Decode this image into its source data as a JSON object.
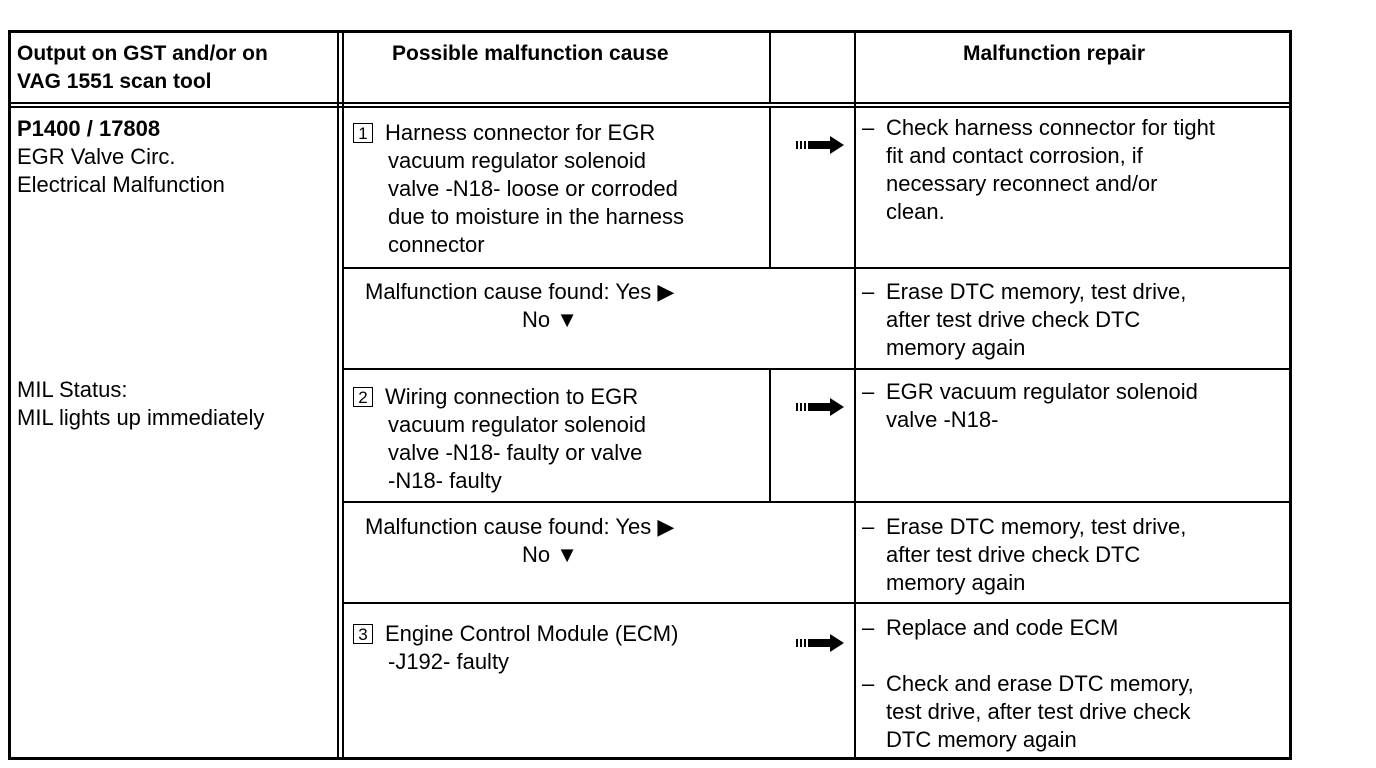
{
  "headers": {
    "col1_line1": "Output on GST and/or on",
    "col1_line2": "VAG 1551 scan tool",
    "col2": "Possible malfunction cause",
    "col4": "Malfunction repair"
  },
  "dtc": {
    "code": "P1400 / 17808",
    "desc_line1": "EGR Valve Circ.",
    "desc_line2": "Electrical Malfunction",
    "mil_label": "MIL Status:",
    "mil_value": "MIL lights up immediately"
  },
  "steps": [
    {
      "number": "1",
      "cause_lines": [
        "Harness connector for EGR",
        "vacuum regulator solenoid",
        "valve -N18- loose or corroded",
        "due to moisture in the harness",
        "connector"
      ],
      "repair_lines": [
        "Check harness connector for tight",
        "fit and contact corrosion, if",
        "necessary reconnect and/or",
        "clean."
      ]
    },
    {
      "number": "2",
      "cause_lines": [
        "Wiring connection to EGR",
        "vacuum regulator solenoid",
        "valve -N18- faulty or valve",
        "-N18- faulty"
      ],
      "repair_lines": [
        "EGR vacuum regulator solenoid",
        "valve -N18-"
      ]
    },
    {
      "number": "3",
      "cause_lines": [
        "Engine Control Module (ECM)",
        "-J192- faulty"
      ],
      "repair_a_lines": [
        "Replace and code ECM"
      ],
      "repair_b_lines": [
        "Check and erase DTC memory,",
        "test drive, after test drive check",
        "DTC memory again"
      ]
    }
  ],
  "found_rows": [
    {
      "yes_text": "Malfunction cause found: Yes",
      "no_text": "No",
      "repair_lines": [
        "Erase DTC memory, test drive,",
        "after test drive check DTC",
        "memory again"
      ]
    },
    {
      "yes_text": "Malfunction cause found: Yes",
      "no_text": "No",
      "repair_lines": [
        "Erase DTC memory, test drive,",
        "after test drive check DTC",
        "memory again"
      ]
    }
  ],
  "symbols": {
    "dash": "–",
    "right_triangle": "▶",
    "down_triangle": "▼"
  },
  "icons": {
    "arrow": "right-arrow-icon"
  }
}
